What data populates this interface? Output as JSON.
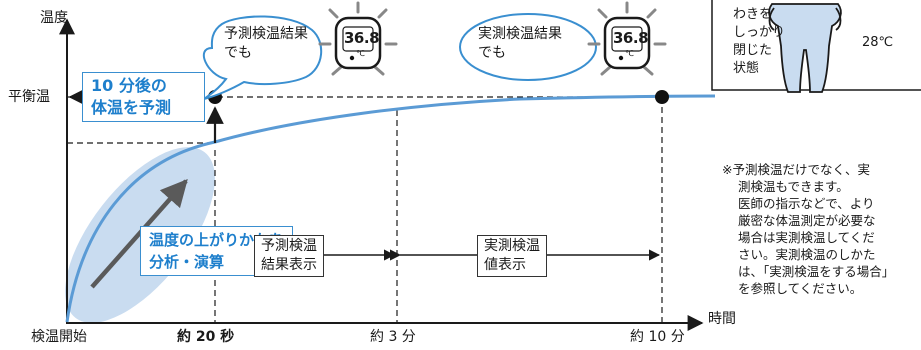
{
  "axes": {
    "y_label": "温度",
    "x_label": "時間",
    "level_label": "平衡温",
    "x_ticks": [
      {
        "label": "検温開始",
        "bold": false
      },
      {
        "label": "約 20 秒",
        "bold": true
      },
      {
        "label": "約 3 分",
        "bold": false
      },
      {
        "label": "約 10 分",
        "bold": false
      }
    ]
  },
  "callouts": {
    "predict_after": [
      "10 分後の",
      "体温を予測"
    ],
    "analysis": [
      "温度の上がりかたを",
      "分析・演算"
    ],
    "predict_display": [
      "予測検温",
      "結果表示"
    ],
    "actual_display": [
      "実測検温",
      "値表示"
    ]
  },
  "bubbles": {
    "predict": [
      "予測検温結果",
      "でも"
    ],
    "actual": [
      "実測検温結果",
      "でも"
    ]
  },
  "thermometer": {
    "reading": "36.8",
    "unit": "℃"
  },
  "figure": {
    "lines": [
      "わきを",
      "しっかり",
      "閉じた",
      "状態"
    ],
    "temp": "28℃"
  },
  "note": [
    "※予測検温だけでなく、実",
    "測検温もできます。",
    "医師の指示などで、より",
    "厳密な体温測定が必要な",
    "場合は実測検温してくだ",
    "さい。実測検温のしかた",
    "は、｢実測検温をする場合｣",
    "を参照してください。"
  ],
  "colors": {
    "curve": "#5b9bd5",
    "highlight": "#c9dcf0",
    "accent_text": "#1e7fcc",
    "bubble_stroke": "#3a8fd0",
    "line": "#1a1a1a",
    "rays": "#888888"
  }
}
